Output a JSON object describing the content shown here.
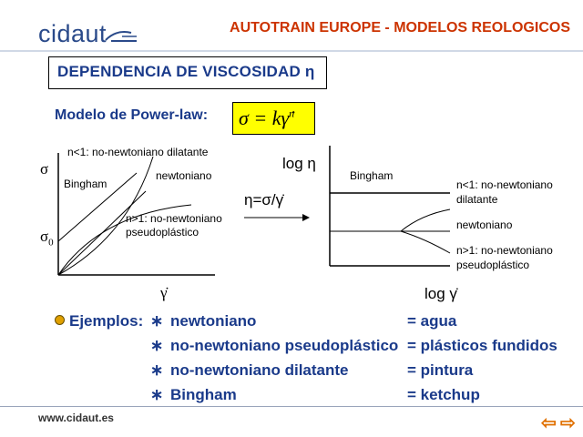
{
  "header": {
    "logo": "cidaut",
    "title": "AUTOTRAIN EUROPE - MODELOS REOLOGICOS"
  },
  "section_title": "DEPENDENCIA DE VISCOSIDAD η",
  "model": {
    "label": "Modelo de Power-law:",
    "formula": "σ = kγ̇",
    "exponent": "n"
  },
  "left_graph": {
    "y_label": "σ",
    "y0_label": "σ",
    "y0_sub": "0",
    "x_label": "γ̇",
    "curve_labels": {
      "dilatante": "n<1: no-newtoniano dilatante",
      "bingham": "Bingham",
      "newtoniano": "newtoniano",
      "pseudo_line1": "n>1: no-newtoniano",
      "pseudo_line2": "pseudoplástico"
    }
  },
  "relation": "η=σ/γ̇",
  "right_graph": {
    "y_label": "log η",
    "x_label": "log γ̇",
    "curve_labels": {
      "bingham": "Bingham",
      "dilatante_line1": "n<1: no-newtoniano",
      "dilatante_line2": "dilatante",
      "newtoniano": "newtoniano",
      "pseudo_line1": "n>1: no-newtoniano",
      "pseudo_line2": "pseudoplástico"
    }
  },
  "examples": {
    "label": "Ejemplos:",
    "star": "∗",
    "rows": [
      {
        "fluid": "newtoniano",
        "example": "= agua"
      },
      {
        "fluid": "no-newtoniano pseudoplástico",
        "example": "= plásticos fundidos"
      },
      {
        "fluid": "no-newtoniano dilatante",
        "example": "= pintura"
      },
      {
        "fluid": "Bingham",
        "example": "= ketchup"
      }
    ]
  },
  "footer": {
    "url": "www.cidaut.es",
    "prev": "⇦",
    "next": "⇨"
  },
  "colors": {
    "accent_title": "#cc3300",
    "text_blue": "#1a3a8a",
    "formula_bg": "#ffff00",
    "nav_arrow": "#e07000"
  }
}
